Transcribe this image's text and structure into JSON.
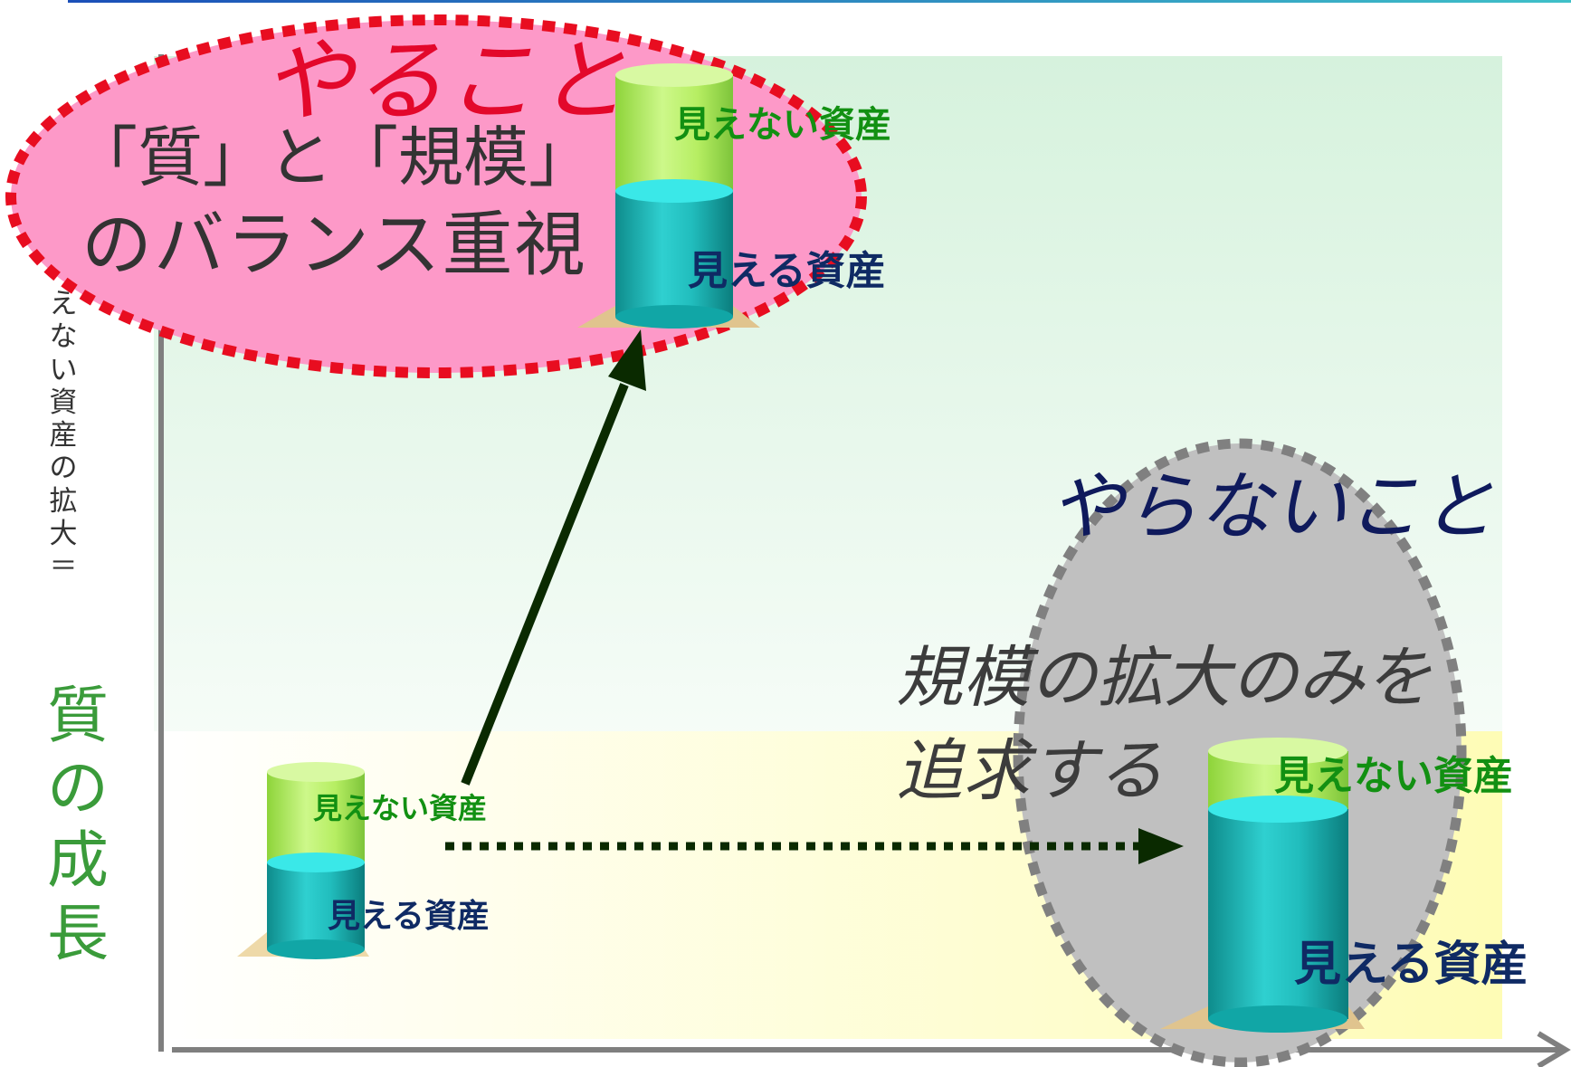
{
  "y_axis": {
    "label": "見えない資産の拡大＝",
    "label_visible": "えない資産の拡大＝",
    "emphasis": "質の成長"
  },
  "do_section": {
    "title": "やること",
    "line1": "「質」と「規模」",
    "line2": "のバランス重視"
  },
  "dont_section": {
    "title": "やらないこと",
    "line1": "規模の拡大のみを",
    "line2": "追求する"
  },
  "cylinders": {
    "start": {
      "invisible": "見えない資産",
      "visible": "見える資産"
    },
    "top": {
      "invisible": "見えない資産",
      "visible": "見える資産"
    },
    "right": {
      "invisible": "見えない資産",
      "visible": "見える資産"
    }
  },
  "colors": {
    "do_fill": "#fd99c8",
    "do_border": "#e80d20",
    "dont_fill": "#c0c0c0",
    "dont_border": "#808080",
    "invisible_asset": "#b6f25e",
    "visible_asset": "#22c5c5",
    "arrow": "#0a2a00"
  }
}
